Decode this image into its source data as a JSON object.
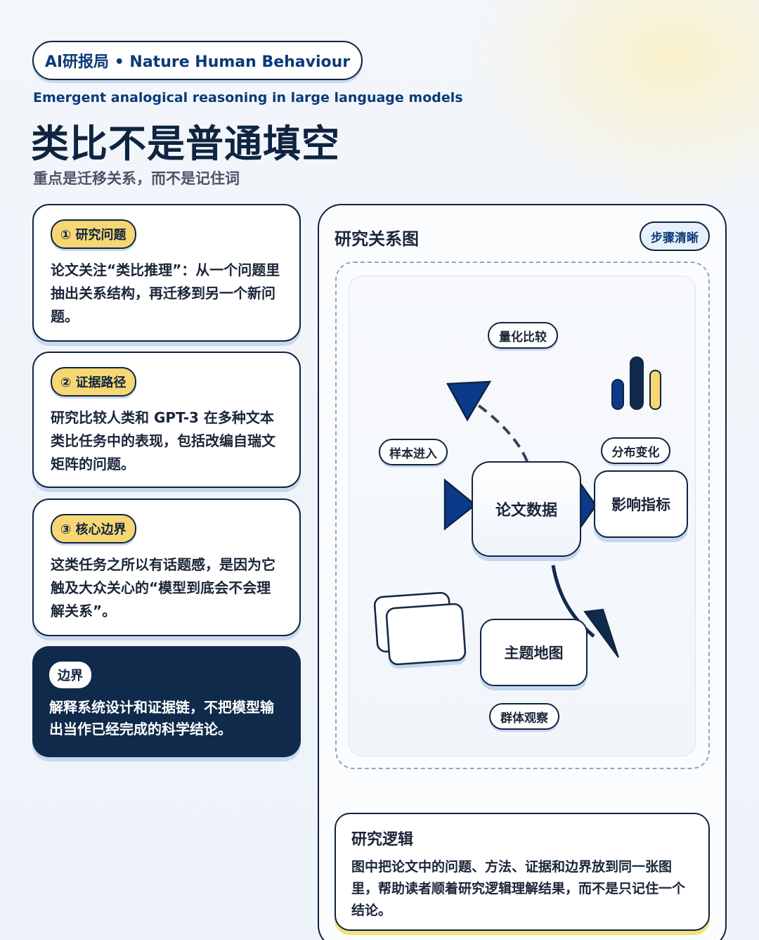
{
  "header": {
    "brand": "AI研报局 • Nature Human Behaviour",
    "paper_title_en": "Emergent analogical reasoning in large language models",
    "title": "类比不是普通填空",
    "subtitle": "重点是迁移关系，而不是记住词"
  },
  "cards": [
    {
      "tag": "① 研究问题",
      "text": "论文关注“类比推理”：从一个问题里抽出关系结构，再迁移到另一个新问题。"
    },
    {
      "tag": "② 证据路径",
      "text": "研究比较人类和 GPT-3 在多种文本类比任务中的表现，包括改编自瑞文矩阵的问题。"
    },
    {
      "tag": "③ 核心边界",
      "text": "这类任务之所以有话题感，是因为它触及大众关心的“模型到底会不会理解关系”。"
    }
  ],
  "boundary": {
    "tag": "边界",
    "text": "解释系统设计和证据链，不把模型输出当作已经完成的科学结论。"
  },
  "diagram": {
    "title": "研究关系图",
    "badge": "步骤清晰",
    "center_node": "论文数据",
    "right_node": "影响指标",
    "bottom_node": "主题地图",
    "chips": {
      "top": "量化比较",
      "left": "样本进入",
      "right": "分布变化",
      "bottom": "群体观察"
    },
    "colors": {
      "navy": "#0f2a4a",
      "blue": "#0b3a8a",
      "yellow": "#f7d774"
    }
  },
  "logic": {
    "title": "研究逻辑",
    "text": "图中把论文中的问题、方法、证据和边界放到同一张图里，帮助读者顺着研究逻辑理解结果，而不是只记住一个结论。"
  }
}
